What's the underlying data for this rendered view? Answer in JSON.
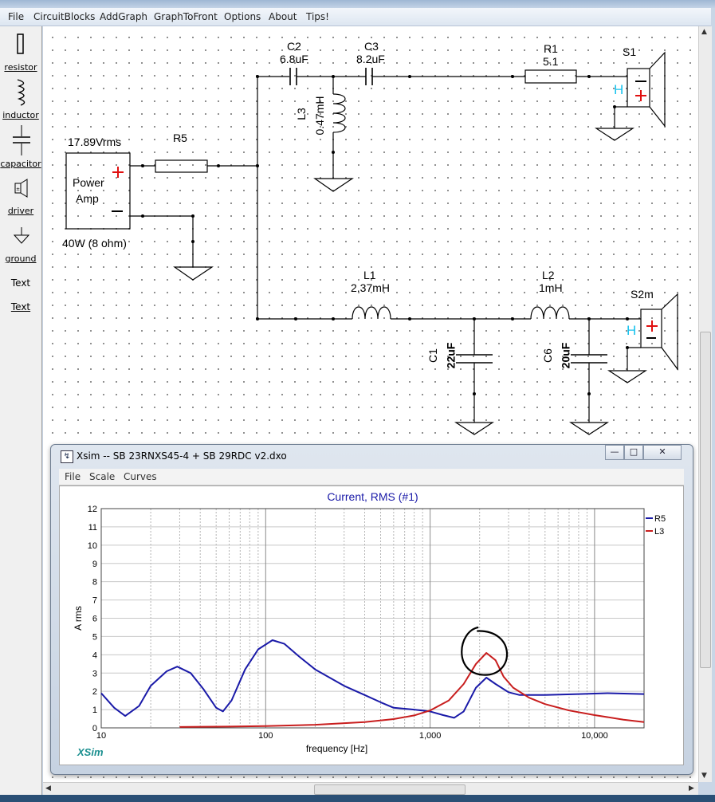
{
  "menubar": {
    "items": [
      "File",
      "CircuitBlocks",
      "AddGraph",
      "GraphToFront",
      "Options",
      "About",
      "Tips!"
    ]
  },
  "palette": {
    "items": [
      {
        "label": "resistor",
        "icon": "resistor-icon"
      },
      {
        "label": "inductor",
        "icon": "inductor-icon"
      },
      {
        "label": "capacitor",
        "icon": "capacitor-icon"
      },
      {
        "label": "driver",
        "icon": "driver-icon"
      },
      {
        "label": "ground",
        "icon": "ground-icon"
      }
    ],
    "text_glyph": "Text",
    "text_label": "Text"
  },
  "schematic": {
    "amp": {
      "voltage": "17.89Vrms",
      "name_line1": "Power",
      "name_line2": "Amp",
      "rating": "40W (8 ohm)",
      "plus": "+",
      "minus": "−"
    },
    "R5": {
      "name": "R5"
    },
    "C2": {
      "name": "C2",
      "value": "6.8uF"
    },
    "C3": {
      "name": "C3",
      "value": "8.2uF"
    },
    "L3": {
      "name": "L3",
      "value": "0.47mH"
    },
    "R1": {
      "name": "R1",
      "value": "5.1"
    },
    "S1": {
      "name": "S1",
      "h": "H"
    },
    "L1": {
      "name": "L1",
      "value": "2.37mH"
    },
    "L2": {
      "name": "L2",
      "value": "1mH"
    },
    "C1": {
      "name": "C1",
      "value": "22uF"
    },
    "C6": {
      "name": "C6",
      "value": "20uF"
    },
    "S2m": {
      "name": "S2m",
      "h": "H"
    }
  },
  "xsim": {
    "title": "Xsim -- SB 23RNXS45-4 + SB 29RDC v2.dxo",
    "menu": [
      "File",
      "Scale",
      "Curves"
    ],
    "buttons": {
      "minimize": "—",
      "maximize": "□",
      "close": "✕"
    },
    "brand": "XSim"
  },
  "colors": {
    "r5": "#1a1aa8",
    "l3": "#c81e1e",
    "title": "#1a1aa8",
    "hmark": "#19c3ee",
    "plus": "#e01010"
  },
  "chart_data": {
    "type": "line",
    "title": "Current, RMS (#1)",
    "xlabel": "frequency [Hz]",
    "ylabel": "A rms",
    "xscale": "log",
    "xlim": [
      10,
      20000
    ],
    "ylim": [
      0,
      12
    ],
    "xticks": [
      "10",
      "100",
      "1,000",
      "10,000"
    ],
    "yticks": [
      "0",
      "1",
      "2",
      "3",
      "4",
      "5",
      "6",
      "7",
      "8",
      "9",
      "10",
      "11",
      "12"
    ],
    "grid": true,
    "legend": "right",
    "series": [
      {
        "name": "R5",
        "color": "#1a1aa8",
        "points": [
          [
            10,
            1.9
          ],
          [
            12,
            1.1
          ],
          [
            14,
            0.65
          ],
          [
            17,
            1.2
          ],
          [
            20,
            2.3
          ],
          [
            25,
            3.1
          ],
          [
            29,
            3.35
          ],
          [
            35,
            3.0
          ],
          [
            42,
            2.1
          ],
          [
            50,
            1.1
          ],
          [
            55,
            0.9
          ],
          [
            62,
            1.5
          ],
          [
            75,
            3.2
          ],
          [
            90,
            4.3
          ],
          [
            110,
            4.8
          ],
          [
            130,
            4.6
          ],
          [
            160,
            3.9
          ],
          [
            200,
            3.2
          ],
          [
            300,
            2.3
          ],
          [
            400,
            1.8
          ],
          [
            500,
            1.4
          ],
          [
            600,
            1.1
          ],
          [
            800,
            1.0
          ],
          [
            1000,
            0.9
          ],
          [
            1200,
            0.7
          ],
          [
            1400,
            0.55
          ],
          [
            1600,
            0.9
          ],
          [
            1900,
            2.2
          ],
          [
            2200,
            2.75
          ],
          [
            2500,
            2.4
          ],
          [
            3000,
            1.95
          ],
          [
            3500,
            1.8
          ],
          [
            5000,
            1.8
          ],
          [
            8000,
            1.85
          ],
          [
            12000,
            1.9
          ],
          [
            20000,
            1.85
          ]
        ]
      },
      {
        "name": "L3",
        "color": "#c81e1e",
        "points": [
          [
            30,
            0.05
          ],
          [
            60,
            0.07
          ],
          [
            100,
            0.1
          ],
          [
            200,
            0.17
          ],
          [
            400,
            0.32
          ],
          [
            600,
            0.48
          ],
          [
            800,
            0.68
          ],
          [
            1000,
            0.95
          ],
          [
            1300,
            1.5
          ],
          [
            1600,
            2.4
          ],
          [
            1900,
            3.5
          ],
          [
            2200,
            4.1
          ],
          [
            2500,
            3.7
          ],
          [
            2800,
            2.8
          ],
          [
            3200,
            2.2
          ],
          [
            4000,
            1.65
          ],
          [
            5000,
            1.3
          ],
          [
            7000,
            0.95
          ],
          [
            10000,
            0.7
          ],
          [
            15000,
            0.45
          ],
          [
            20000,
            0.32
          ]
        ]
      }
    ],
    "annotation": "hand-drawn circle around L3 peak"
  }
}
